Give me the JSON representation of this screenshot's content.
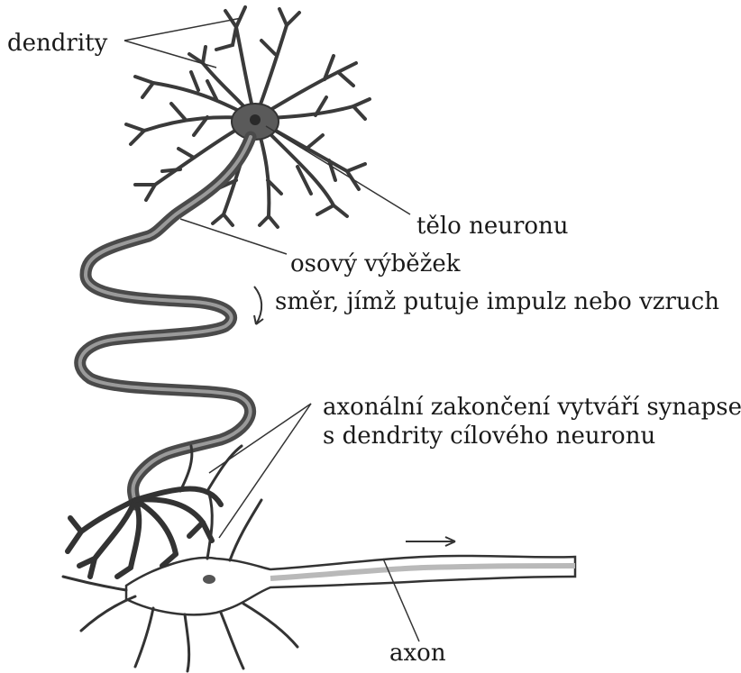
{
  "labels": {
    "dendrites": "dendrity",
    "cell_body": "tělo neuronu",
    "axon_upper": "osový výběžek",
    "impulse_direction": "směr, jímž putuje impulz nebo vzruch",
    "terminals_line1": "axonální zakončení vytváří synapse",
    "terminals_line2": "s dendrity cílového neuronu",
    "axon_lower": "axon"
  },
  "colors": {
    "ink": "#1a1a1a",
    "neuron_fill": "#5a5a5a",
    "neuron_dark": "#333333",
    "axon_highlight": "#b9b9b9",
    "target_fill": "#ffffff"
  }
}
